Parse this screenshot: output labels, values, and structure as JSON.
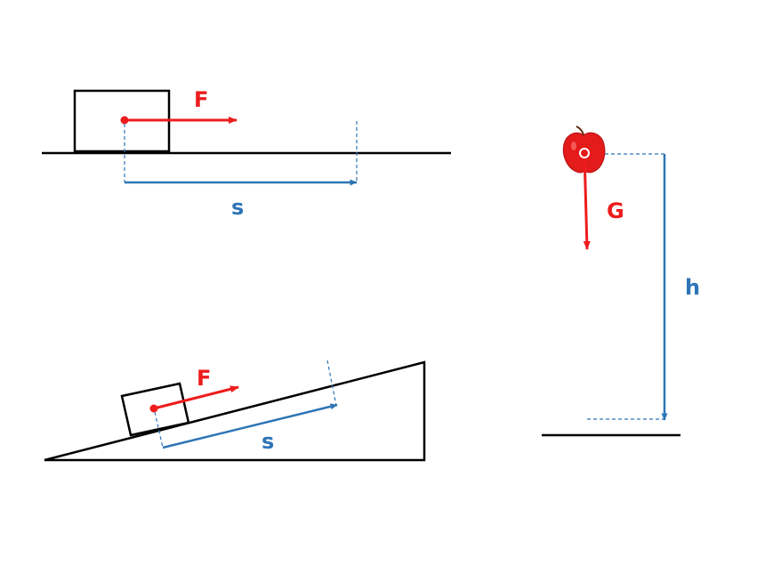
{
  "labels": {
    "force_top": "F",
    "displacement_top": "s",
    "force_incline": "F",
    "displacement_incline": "s",
    "gravity": "G",
    "height": "h"
  },
  "colors": {
    "force": "#ee1c1c",
    "displacement": "#2e75b6",
    "outline": "#000000",
    "apple": "#e41b1b"
  },
  "icons": {
    "apple": "apple-icon"
  }
}
